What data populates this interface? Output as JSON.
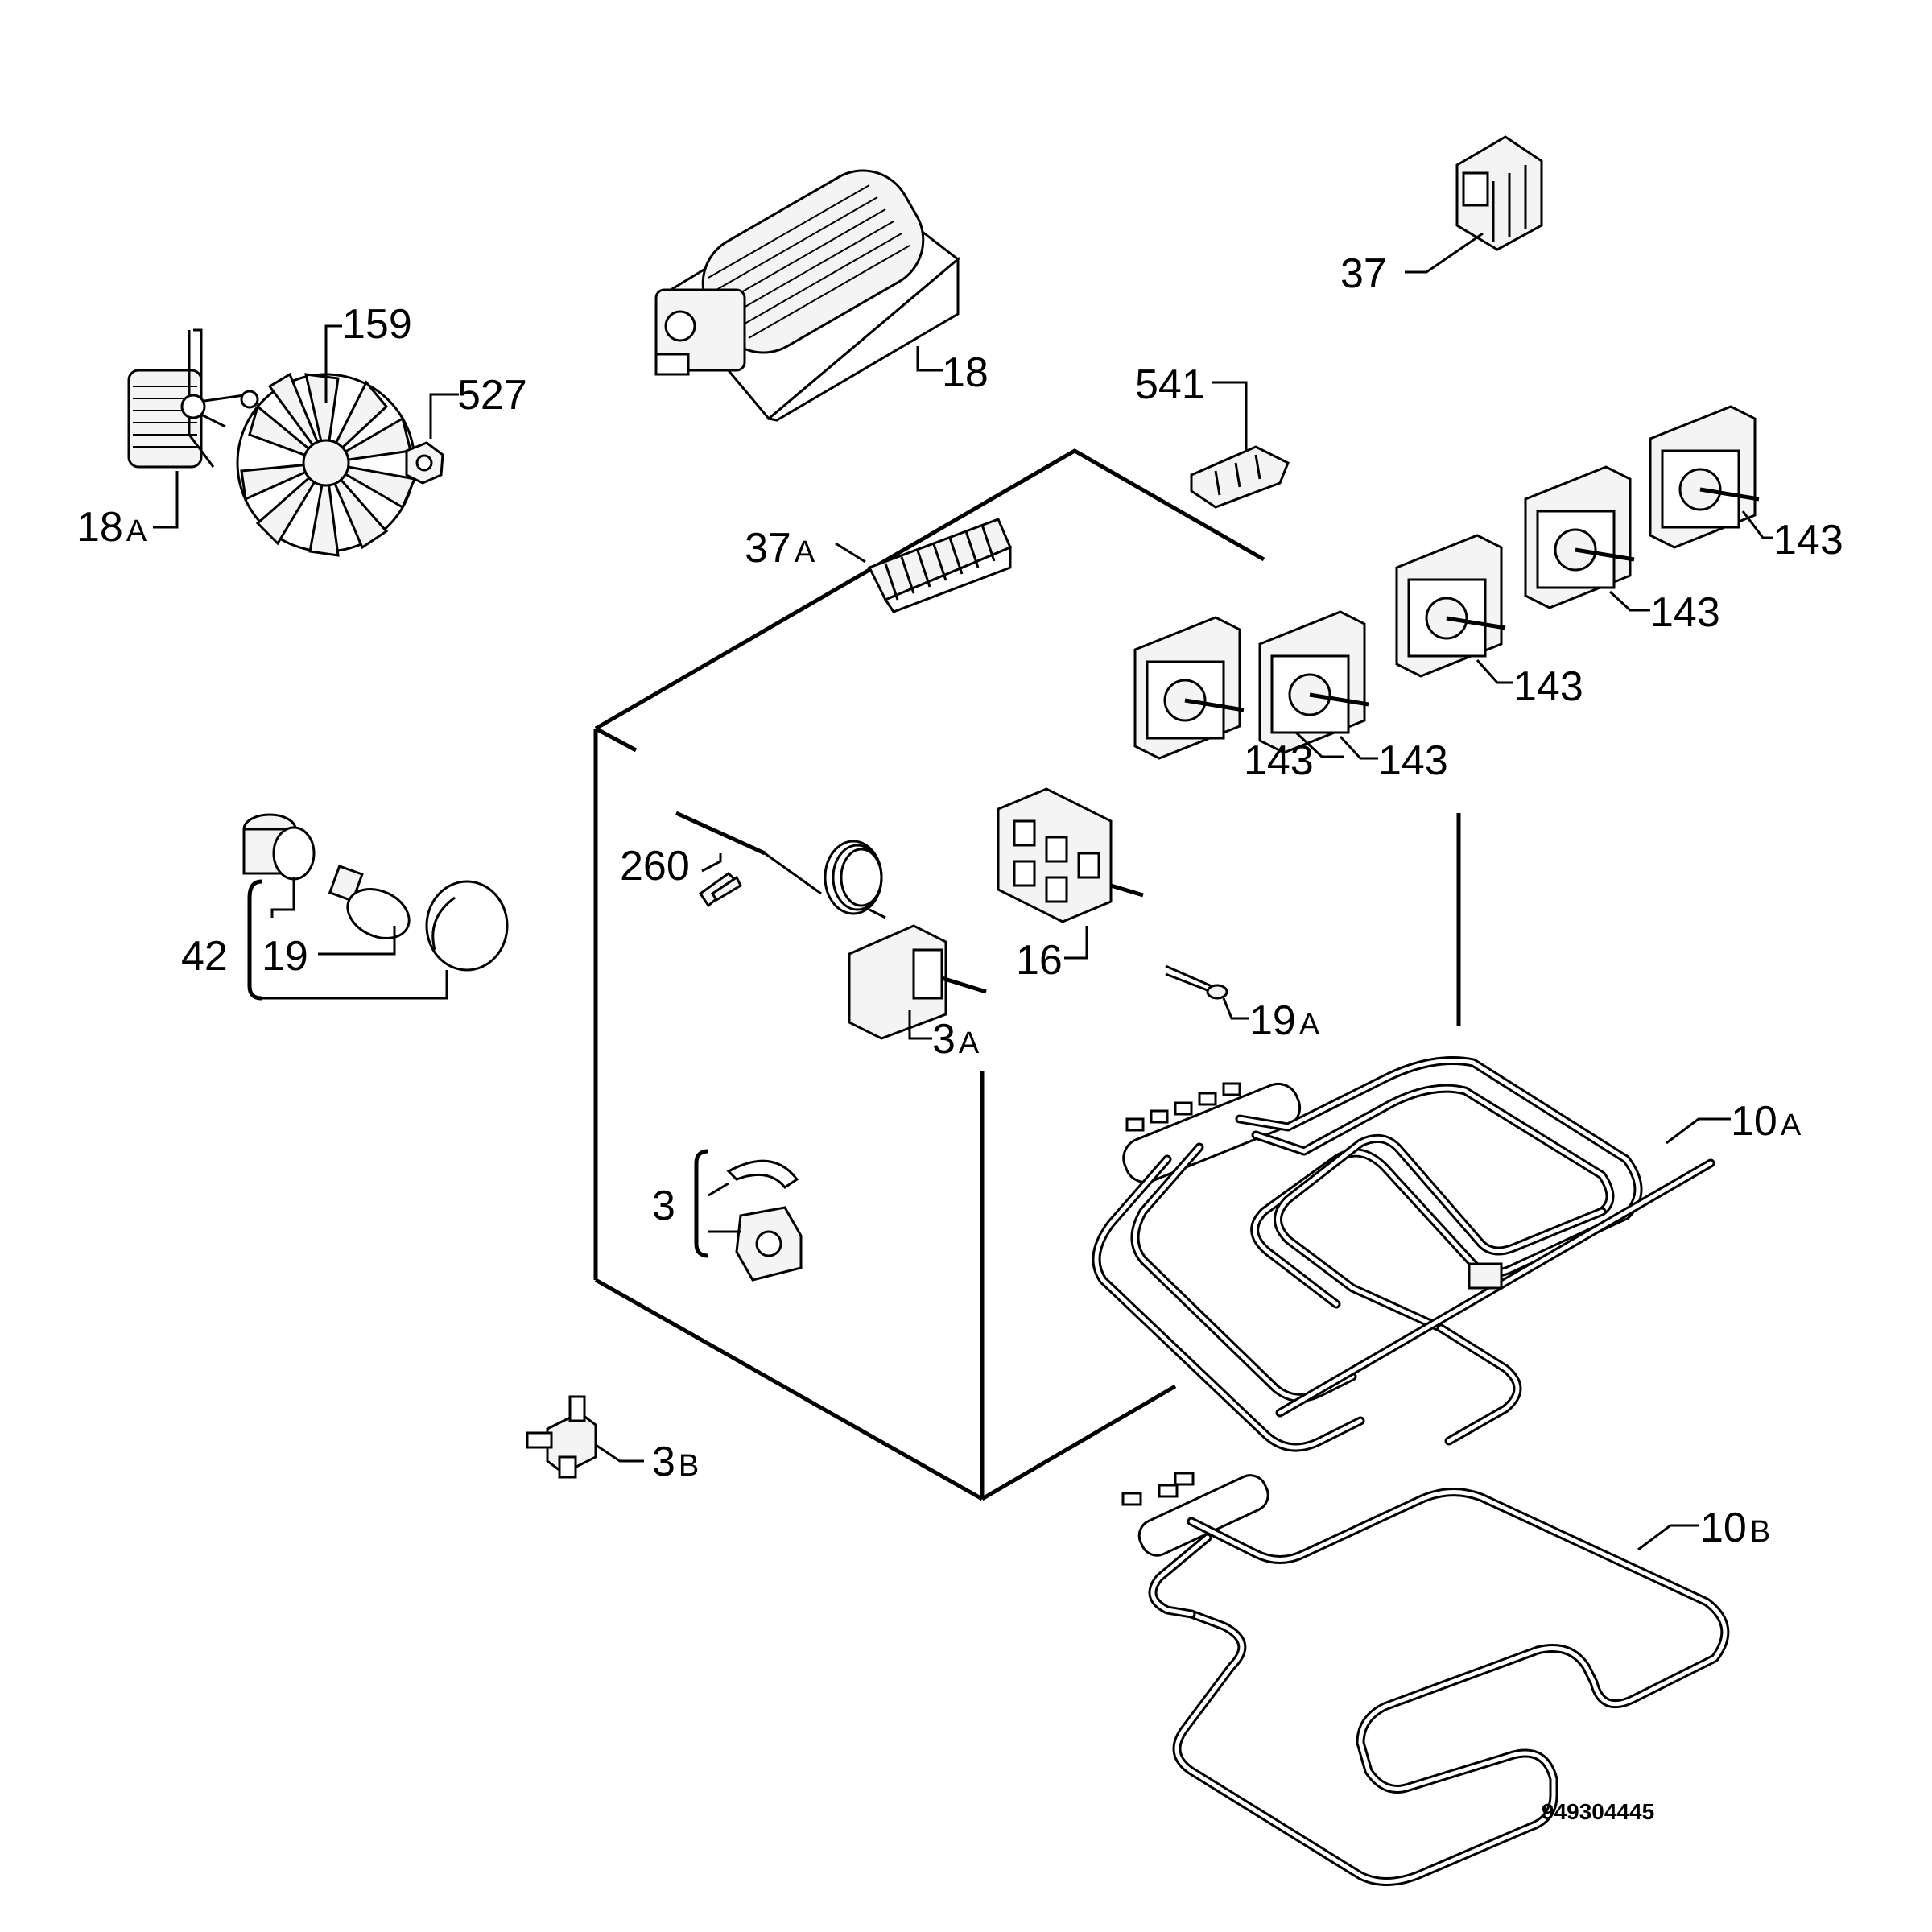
{
  "labels": {
    "p37": "37",
    "p159": "159",
    "p527": "527",
    "p18": "18",
    "p541": "541",
    "p18a_num": "18",
    "p18a_suf": "A",
    "p37a_num": "37",
    "p37a_suf": "A",
    "p143_1": "143",
    "p143_2": "143",
    "p143_3": "143",
    "p143_4": "143",
    "p143_5": "143",
    "p260": "260",
    "p16": "16",
    "p42": "42",
    "p19": "19",
    "p3a_num": "3",
    "p3a_suf": "A",
    "p19a_num": "19",
    "p19a_suf": "A",
    "p10a_num": "10",
    "p10a_suf": "A",
    "p3": "3",
    "p3b_num": "3",
    "p3b_suf": "B",
    "p10b_num": "10",
    "p10b_suf": "B"
  },
  "drawing_code": "949304445",
  "colors": {
    "ink": "#000000",
    "paper": "#ffffff"
  }
}
